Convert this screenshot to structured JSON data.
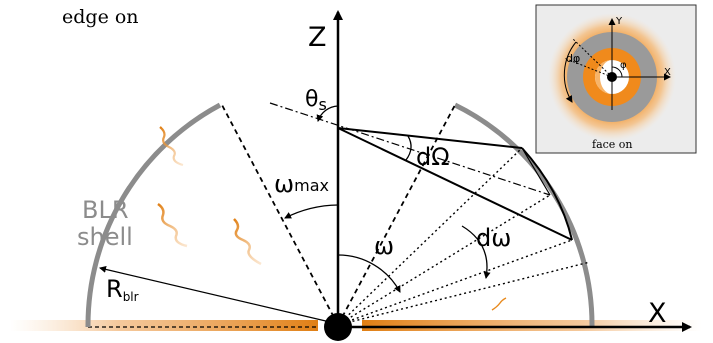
{
  "labels": {
    "view_edge": "edge on",
    "view_face": "face on",
    "axis_z": "Z",
    "axis_x": "X",
    "theta_s_main": "θ",
    "theta_s_sub": "s",
    "d_omega_solid": "dΩ",
    "omega_max_main": "ω",
    "omega_max_sub": "max",
    "shell_line1": "BLR",
    "shell_line2": "shell",
    "omega": "ω",
    "d_omega": "dω",
    "radius_main": "R",
    "radius_sub": "blr",
    "inset_axis_y": "Y",
    "inset_axis_x": "X",
    "inset_phi": "φ",
    "inset_dphi": "dφ"
  },
  "colors": {
    "shell_gray": "#8c8c8c",
    "disk_orange": "#e8891c",
    "glow_orange": "#f5b36b",
    "black": "#000000"
  }
}
